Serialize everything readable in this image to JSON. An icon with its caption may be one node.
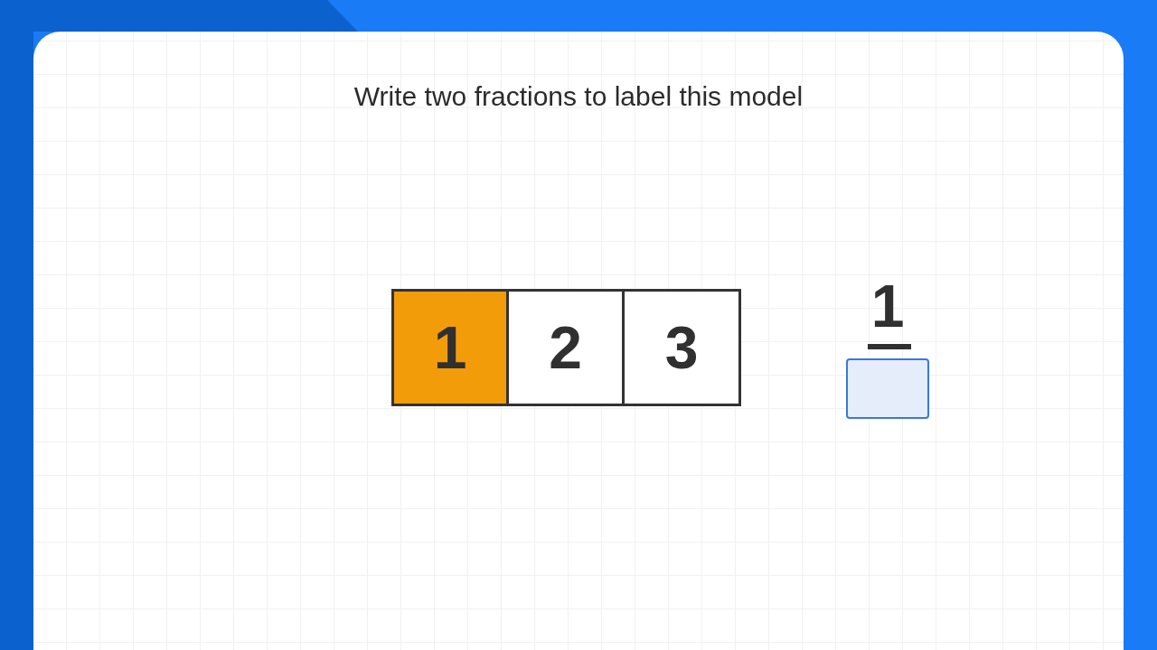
{
  "diagram": {
    "title": "Write two fractions to label this model",
    "nodes": [
      {
        "text": [
          "1"
        ]
      },
      {
        "text": [
          "2"
        ]
      },
      {
        "text": [
          "3"
        ]
      },
      {
        "text": [],
        "shape": "box"
      }
    ],
    "labels": [
      "1"
    ]
  }
}
